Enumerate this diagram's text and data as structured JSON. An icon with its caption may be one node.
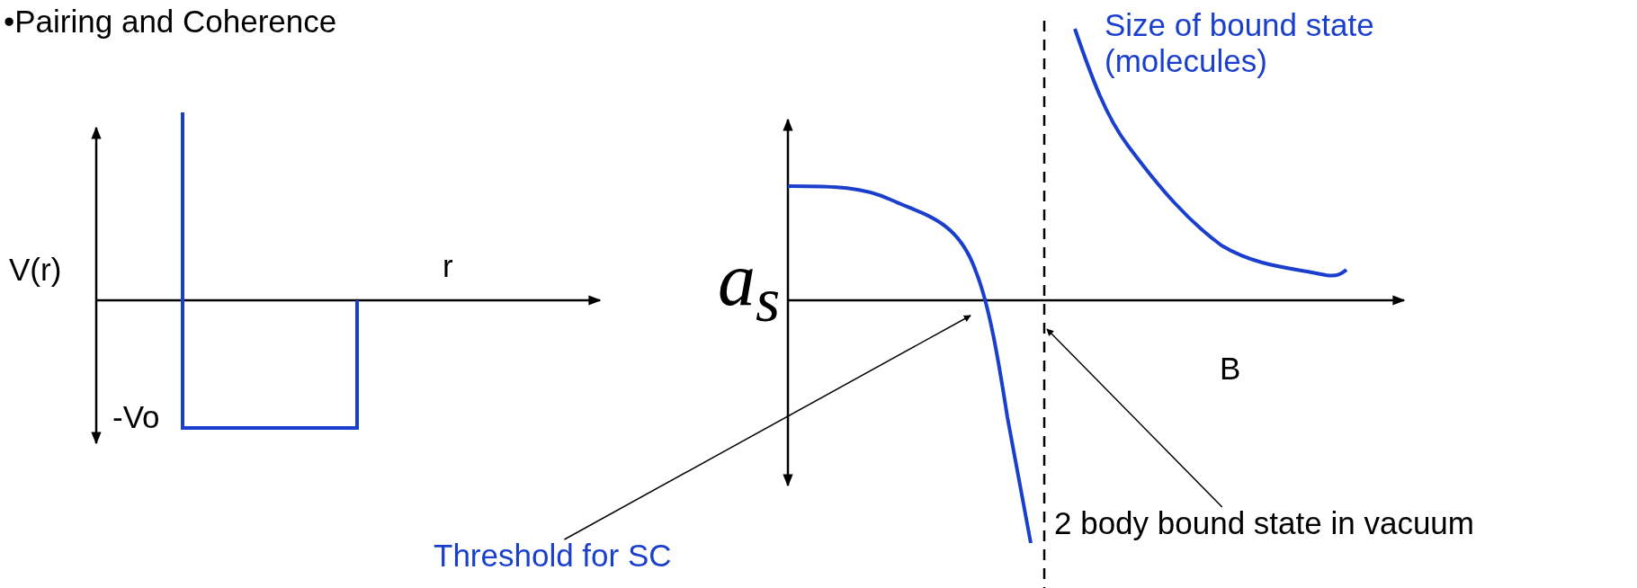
{
  "diagram": {
    "title": "•Pairing and Coherence",
    "nodes": [
      {
        "text": [
          "Threshold for SC"
        ]
      },
      {
        "text": [
          "2 body bound state in vacuum"
        ]
      },
      {
        "text": [],
        "shape": "line"
      },
      {
        "text": [],
        "shape": "line"
      }
    ],
    "edges": [
      {
        "from": 0,
        "to": 2,
        "arrow": "to"
      },
      {
        "from": 1,
        "to": 3,
        "arrow": "to"
      }
    ],
    "labels": [
      "Size of bound state (molecules)",
      "V(r)",
      "r",
      "a$_{s}$",
      "-Vo",
      "B"
    ]
  }
}
